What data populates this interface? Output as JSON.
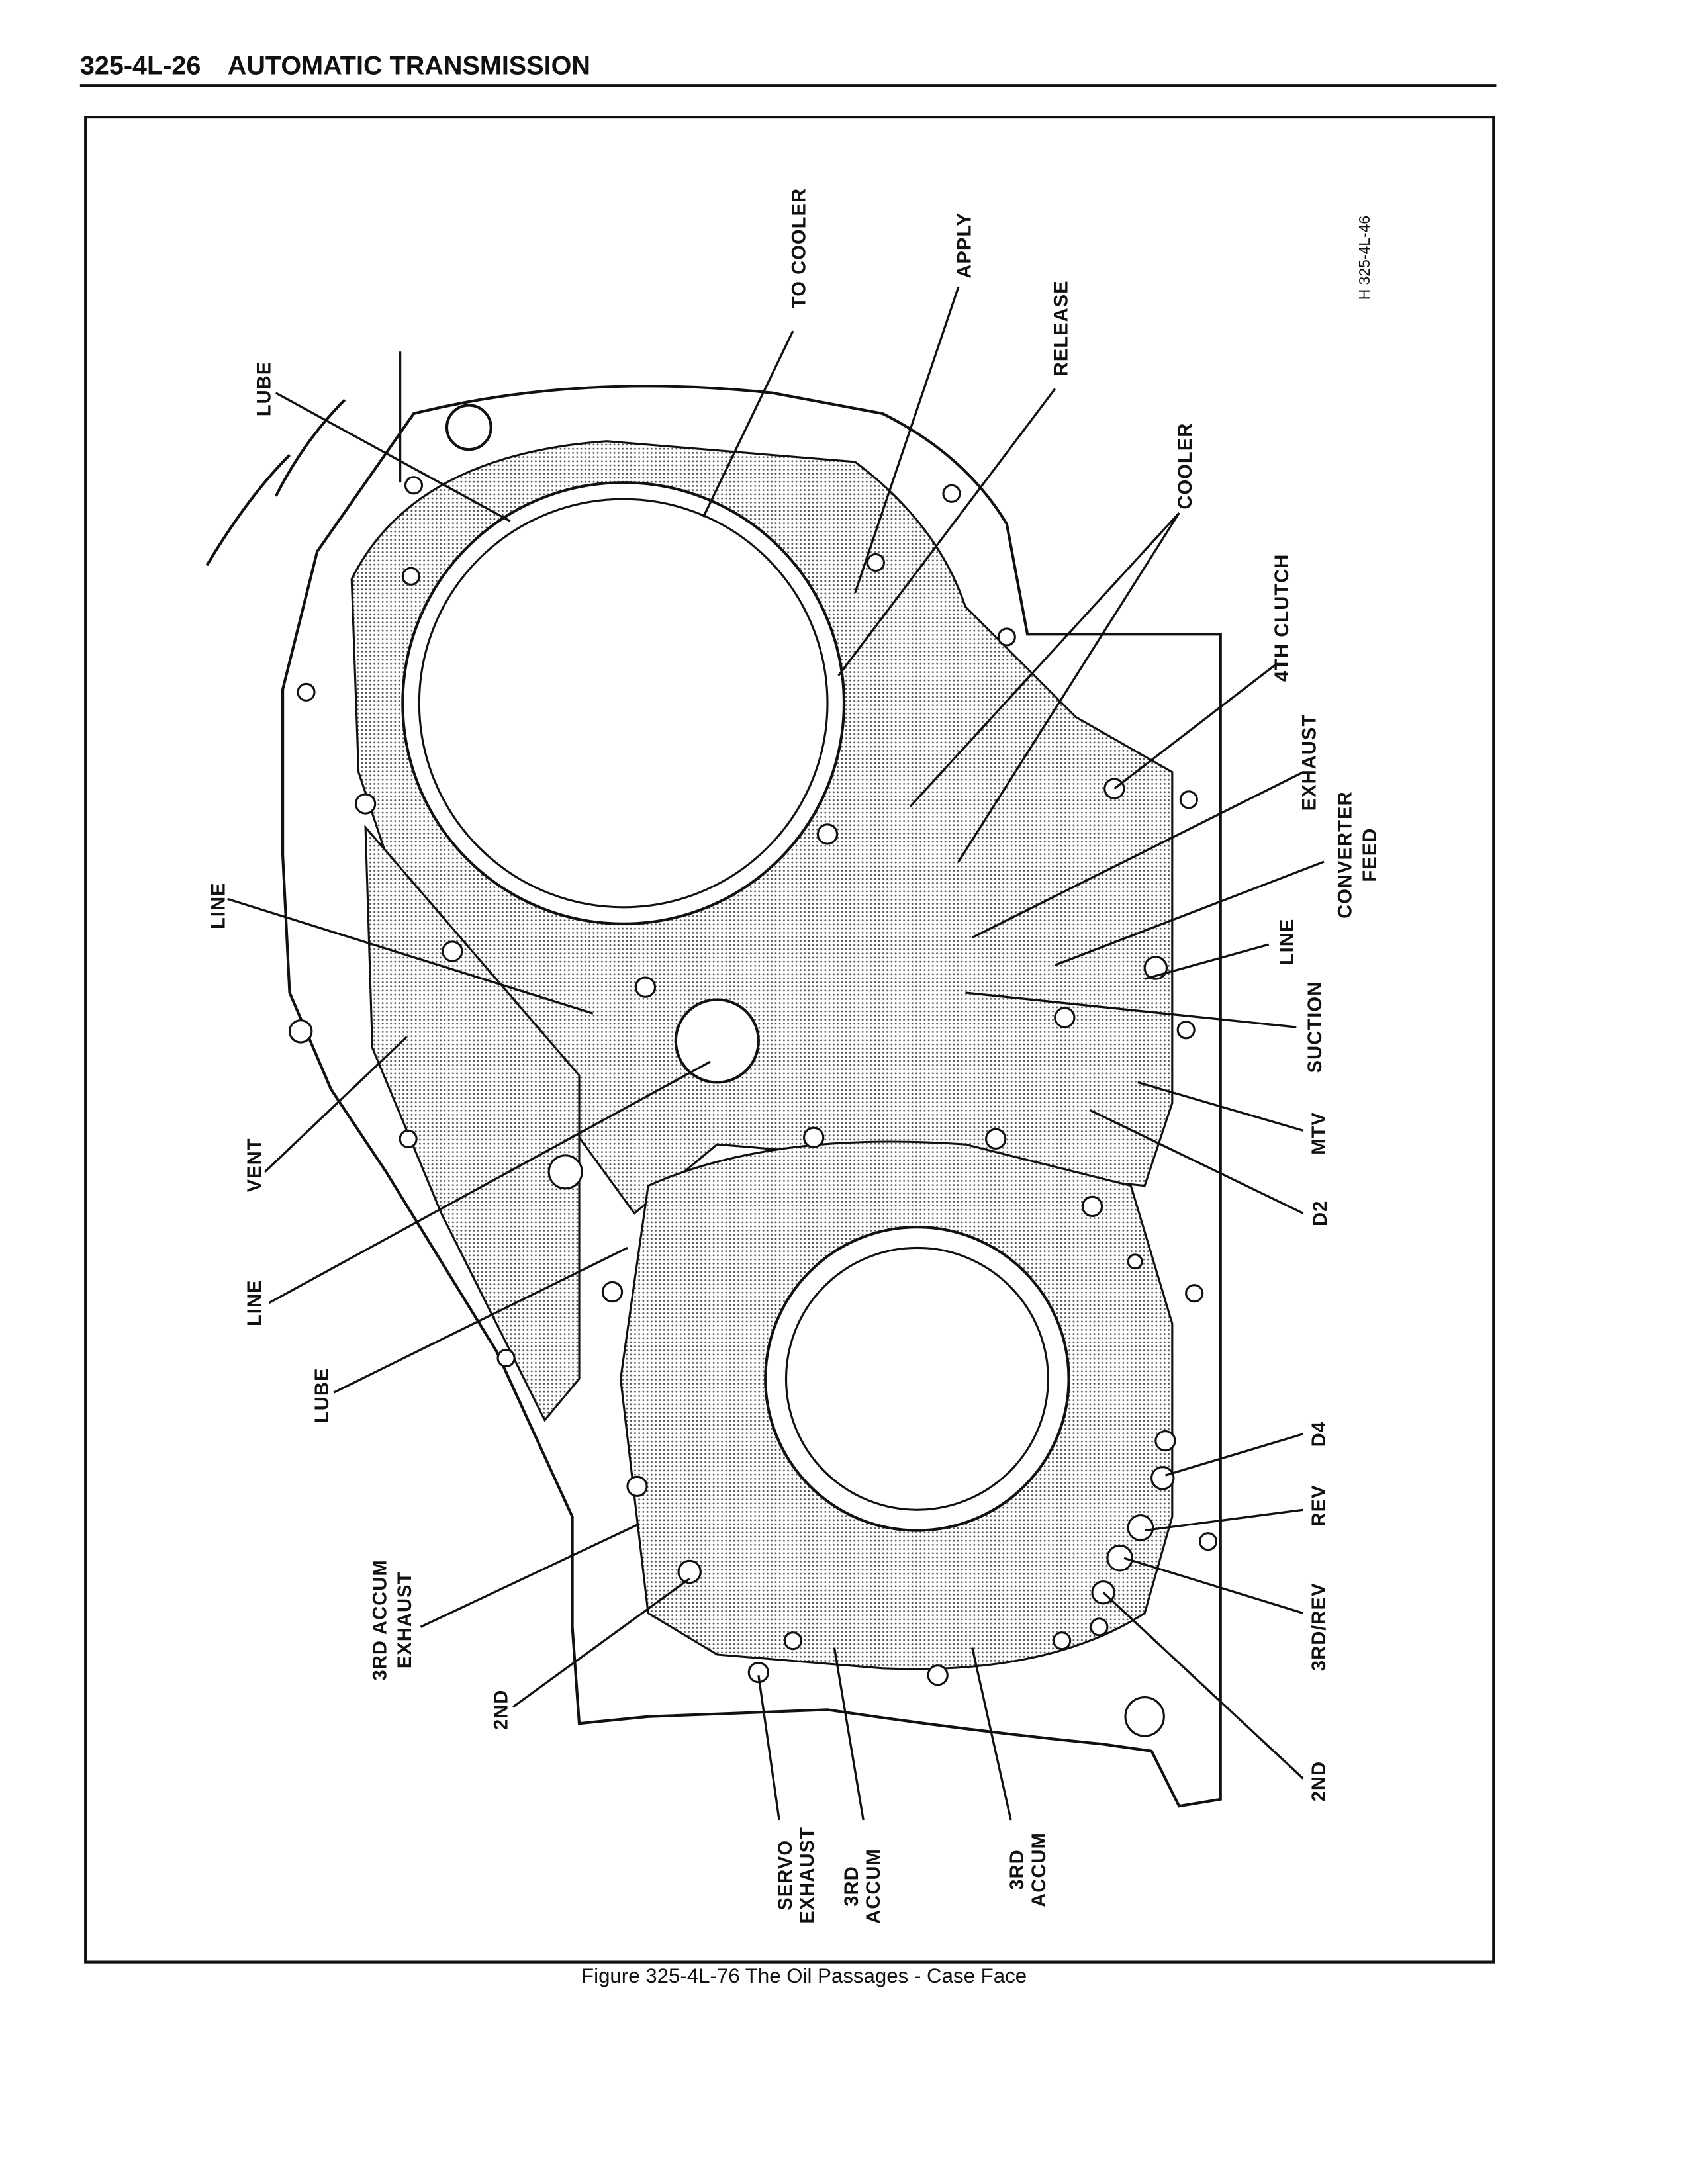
{
  "header": {
    "page_number": "325-4L-26",
    "section_title": "AUTOMATIC TRANSMISSION"
  },
  "figure": {
    "id": "H 325-4L-46",
    "caption": "Figure 325-4L-76 The Oil Passages - Case Face",
    "labels": {
      "lube_top": "LUBE",
      "to_cooler": "TO COOLER",
      "apply": "APPLY",
      "release": "RELEASE",
      "cooler": "COOLER",
      "fourth_clutch": "4TH CLUTCH",
      "exhaust": "EXHAUST",
      "converter_feed_1": "CONVERTER",
      "converter_feed_2": "FEED",
      "line_right": "LINE",
      "suction": "SUCTION",
      "mtv": "MTV",
      "d2": "D2",
      "d4": "D4",
      "rev": "REV",
      "third_rev": "3RD/REV",
      "second_right": "2ND",
      "line_left": "LINE",
      "vent": "VENT",
      "line_left_lower": "LINE",
      "lube_lower": "LUBE",
      "third_accum_exhaust_1": "3RD ACCUM",
      "third_accum_exhaust_2": "EXHAUST",
      "second_left": "2ND",
      "servo_exhaust_1": "SERVO",
      "servo_exhaust_2": "EXHAUST",
      "third_accum_a_1": "3RD",
      "third_accum_a_2": "ACCUM",
      "third_accum_b_1": "3RD",
      "third_accum_b_2": "ACCUM"
    }
  }
}
